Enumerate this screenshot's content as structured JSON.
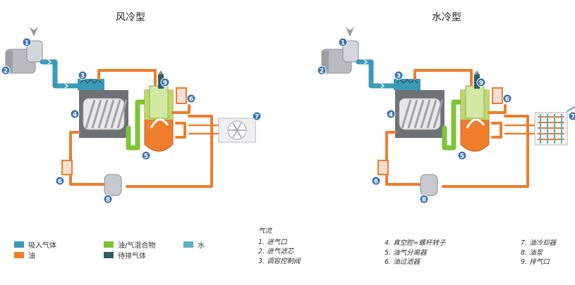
{
  "titles": {
    "air": "风冷型",
    "water": "水冷型"
  },
  "numbers": [
    "1",
    "2",
    "3",
    "4",
    "5",
    "6",
    "7",
    "8",
    "9"
  ],
  "legend": [
    {
      "label": "吸入气体",
      "color": "#3b9ab8"
    },
    {
      "label": "油",
      "color": "#ee7d2c"
    },
    {
      "label": "油/气混合物",
      "color": "#7ec536"
    },
    {
      "label": "待排气体",
      "color": "#2f5f63"
    },
    {
      "label": "水",
      "color": "#5bb0bf"
    }
  ],
  "notes": {
    "heading": "气流",
    "col1": [
      "1. 进气口",
      "2. 进气滤芯",
      "3. 调容控制阀"
    ],
    "col2": [
      "4. 真空腔=螺杆转子",
      "5. 油气分离器",
      "6. 油过滤器"
    ],
    "col3": [
      "7. 油冷却器",
      "8. 油泵",
      "9. 排气口"
    ]
  }
}
